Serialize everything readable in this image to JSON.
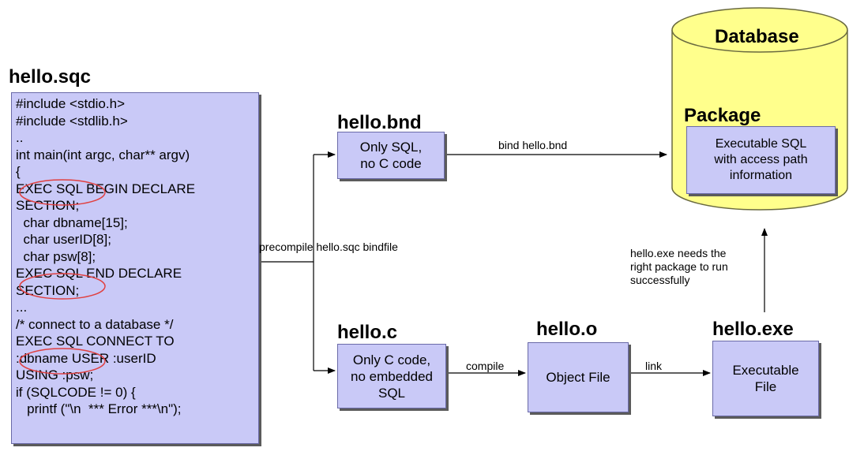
{
  "source": {
    "title": "hello.sqc",
    "lines": [
      "#include <stdio.h>",
      "#include <stdlib.h>",
      "..",
      "int main(int argc, char** argv)",
      "{",
      "EXEC SQL BEGIN DECLARE",
      "SECTION;",
      "  char dbname[15];",
      "  char userID[8];",
      "  char psw[8];",
      "EXEC SQL END DECLARE",
      "SECTION;",
      "...",
      "/* connect to a database */",
      "EXEC SQL CONNECT TO",
      ":dbname USER :userID",
      "USING :psw;",
      "if (SQLCODE != 0) {",
      "   printf (\"\\n  *** Error ***\\n\");"
    ]
  },
  "bnd": {
    "title": "hello.bnd",
    "lines": [
      "Only SQL,",
      "no C code"
    ]
  },
  "c": {
    "title": "hello.c",
    "lines": [
      "Only C code,",
      "no embedded",
      "SQL"
    ]
  },
  "o": {
    "title": "hello.o",
    "text": "Object File"
  },
  "exe": {
    "title": "hello.exe",
    "lines": [
      "Executable",
      "File"
    ]
  },
  "database": {
    "title": "Database",
    "package_title": "Package",
    "package_lines": [
      "Executable SQL",
      "with access path",
      "information"
    ]
  },
  "labels": {
    "precompile": "precompile hello.sqc  bindfile",
    "bind": "bind hello.bnd",
    "compile": "compile",
    "link": "link",
    "note": [
      "hello.exe needs the",
      "right package to run",
      "successfully"
    ]
  }
}
